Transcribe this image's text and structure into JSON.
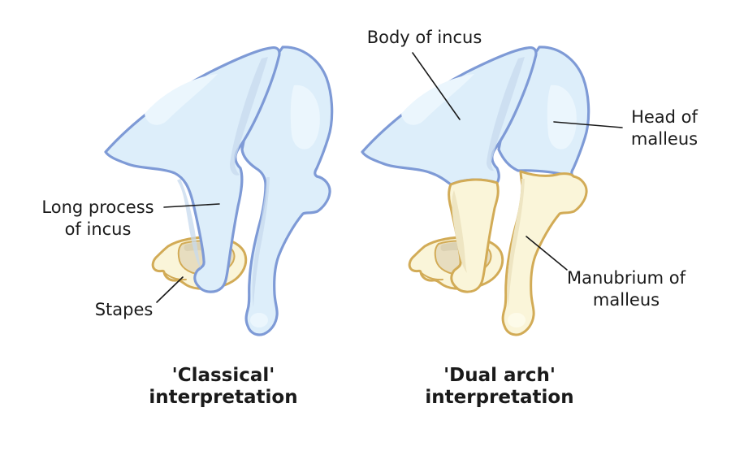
{
  "diagram": {
    "colors": {
      "background": "#ffffff",
      "blue_fill": "#ddeefa",
      "blue_stroke": "#7e9ad6",
      "blue_highlight": "#ebf6fd",
      "blue_shade": "#c7d9ee",
      "cream_fill": "#faf5d9",
      "cream_stroke": "#d2ab56",
      "cream_shade": "#eee5c2",
      "cream_inner": "#e7ddbf",
      "cream_inner_dark": "#dbd1b2",
      "label_color": "#1a1a1a"
    },
    "figures": {
      "classical": {
        "caption": [
          "'Classical'",
          "interpretation"
        ],
        "labels": {
          "long_process": [
            "Long process",
            "of incus"
          ],
          "stapes": [
            "Stapes"
          ]
        }
      },
      "dual_arch": {
        "caption": [
          "'Dual arch'",
          "interpretation"
        ],
        "labels": {
          "body_of_incus": [
            "Body of incus"
          ],
          "head_of_malleus": [
            "Head of",
            "malleus"
          ],
          "manubrium": [
            "Manubrium of",
            "malleus"
          ]
        }
      }
    }
  }
}
